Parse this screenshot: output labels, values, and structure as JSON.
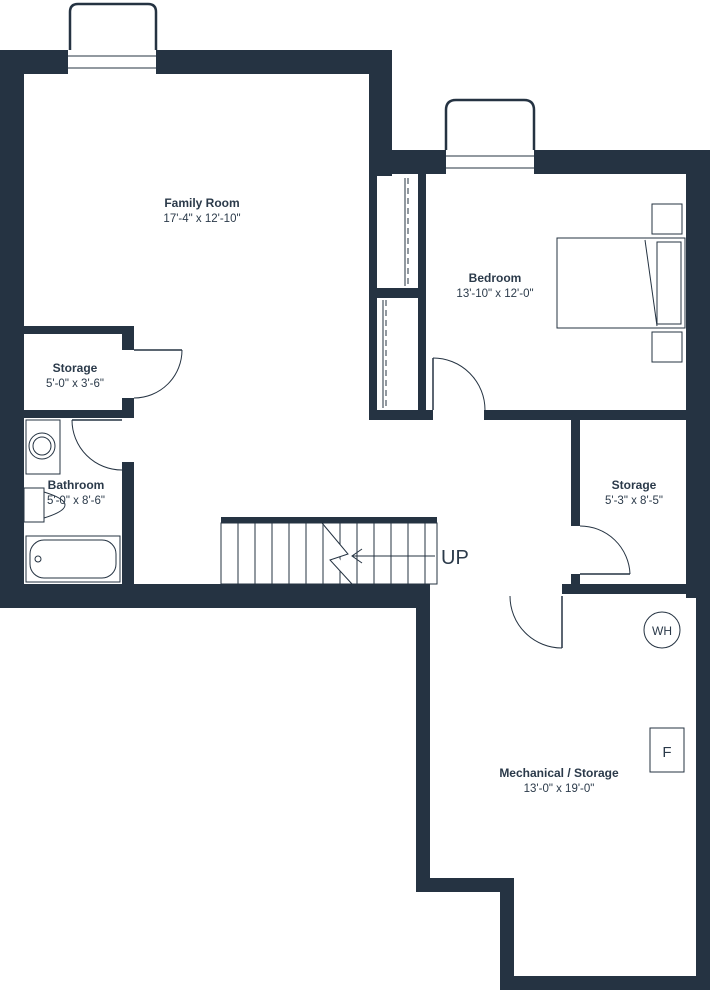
{
  "rooms": {
    "family_room": {
      "name": "Family Room",
      "dims": "17'-4\" x 12'-10\""
    },
    "bedroom": {
      "name": "Bedroom",
      "dims": "13'-10\" x 12'-0\""
    },
    "storage_left": {
      "name": "Storage",
      "dims": "5'-0\" x 3'-6\""
    },
    "bathroom": {
      "name": "Bathroom",
      "dims": "5'-0\" x 8'-6\""
    },
    "storage_right": {
      "name": "Storage",
      "dims": "5'-3\" x 8'-5\""
    },
    "mechanical": {
      "name": "Mechanical / Storage",
      "dims": "13'-0\" x 19'-0\""
    }
  },
  "fixtures": {
    "stairs_label": "UP",
    "water_heater": "WH",
    "furnace": "F"
  },
  "colors": {
    "wall": "#253342",
    "text": "#2b3a4a"
  }
}
